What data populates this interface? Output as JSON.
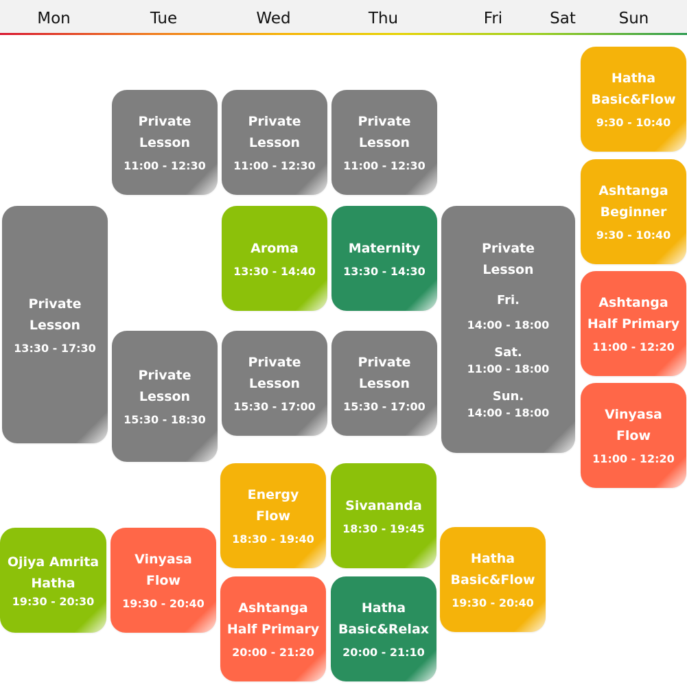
{
  "days": [
    "Mon",
    "Tue",
    "Wed",
    "Thu",
    "Fri",
    "Sat",
    "Sun"
  ],
  "colors": {
    "gray": "#7f7f7f",
    "lime": "#8cc10a",
    "teal": "#2a8f5e",
    "amber": "#f5b30a",
    "coral": "#ff6748"
  },
  "classes": {
    "mon_private": {
      "title": "Private\nLesson",
      "time": "13:30 - 17:30"
    },
    "mon_ojiya": {
      "title": "Ojiya Amrita\nHatha",
      "time": "19:30 - 20:30"
    },
    "tue_private_am": {
      "title": "Private\nLesson",
      "time": "11:00 - 12:30"
    },
    "tue_private_pm": {
      "title": "Private\nLesson",
      "time": "15:30 - 18:30"
    },
    "tue_vinyasa": {
      "title": "Vinyasa\nFlow",
      "time": "19:30 - 20:40"
    },
    "wed_private_am": {
      "title": "Private\nLesson",
      "time": "11:00 - 12:30"
    },
    "wed_aroma": {
      "title": "Aroma",
      "time": "13:30 - 14:40"
    },
    "wed_private_pm": {
      "title": "Private\nLesson",
      "time": "15:30 - 17:00"
    },
    "wed_energy": {
      "title": "Energy\nFlow",
      "time": "18:30 - 19:40"
    },
    "wed_ashtanga": {
      "title": "Ashtanga\nHalf Primary",
      "time": "20:00 - 21:20"
    },
    "thu_private_am": {
      "title": "Private\nLesson",
      "time": "11:00 - 12:30"
    },
    "thu_maternity": {
      "title": "Maternity",
      "time": "13:30 - 14:30"
    },
    "thu_private_pm": {
      "title": "Private\nLesson",
      "time": "15:30 - 17:00"
    },
    "thu_sivananda": {
      "title": "Sivananda",
      "time": "18:30 - 19:45"
    },
    "thu_hatha_relax": {
      "title": "Hatha\nBasic&Relax",
      "time": "20:00 - 21:10"
    },
    "fri_private": {
      "title": "Private\nLesson",
      "fri_label": "Fri.",
      "fri_time": "14:00 - 18:00",
      "sat_label": "Sat.",
      "sat_time": "11:00 - 18:00",
      "sun_label": "Sun.",
      "sun_time": "14:00 - 18:00"
    },
    "fri_hatha": {
      "title": "Hatha\nBasic&Flow",
      "time": "19:30 - 20:40"
    },
    "sun_hatha": {
      "title": "Hatha\nBasic&Flow",
      "time": "9:30 - 10:40"
    },
    "sun_ashtanga_beg": {
      "title": "Ashtanga\nBeginner",
      "time": "9:30 - 10:40"
    },
    "sun_ashtanga_half": {
      "title": "Ashtanga\nHalf Primary",
      "time": "11:00 - 12:20"
    },
    "sun_vinyasa": {
      "title": "Vinyasa\nFlow",
      "time": "11:00 - 12:20"
    }
  }
}
